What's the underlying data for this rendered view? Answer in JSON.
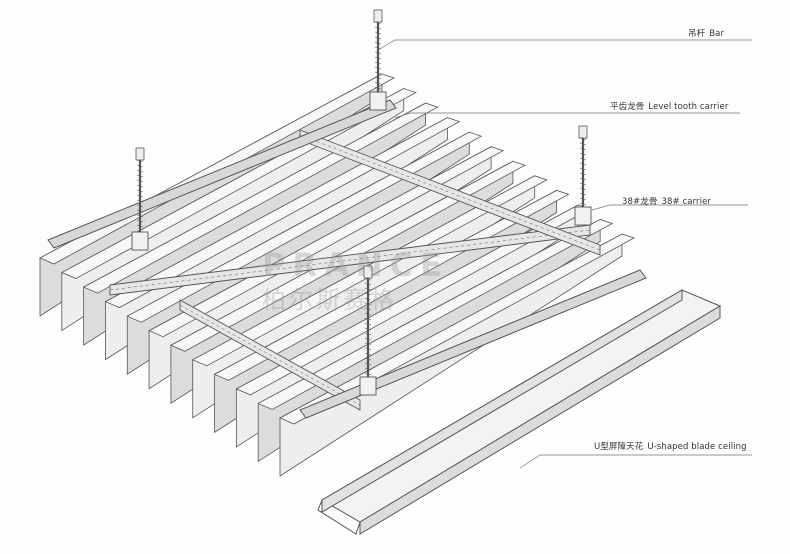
{
  "labels": {
    "bar": {
      "cn": "吊杆",
      "en": "Bar"
    },
    "level_tooth_carrier": {
      "cn": "平齿龙骨",
      "en": "Level tooth carrier"
    },
    "carrier_38": {
      "cn": "38#龙骨",
      "en": "38# carrier"
    },
    "u_blade": {
      "cn": "U型屏障天花",
      "en": "U-shaped blade ceiling"
    }
  },
  "watermark": {
    "en": "PRANCE",
    "cn": "柏尔斯赛格"
  },
  "colors": {
    "line": "#555555",
    "fill_light": "#eeeeee",
    "fill_mid": "#dcdcdc",
    "background": "#fdfdfd"
  }
}
